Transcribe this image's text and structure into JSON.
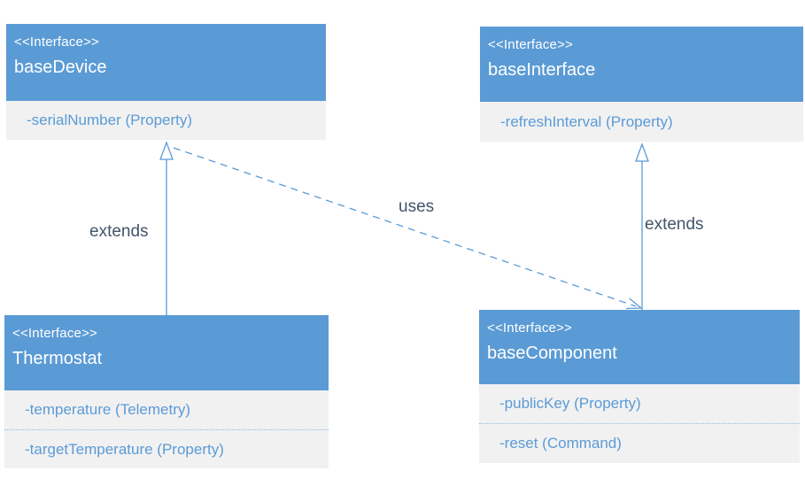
{
  "diagram": {
    "classes": [
      {
        "id": "baseDevice",
        "stereotype": "<<Interface>>",
        "name": "baseDevice",
        "members": [
          {
            "label": "-serialNumber (Property)"
          }
        ]
      },
      {
        "id": "baseInterface",
        "stereotype": "<<Interface>>",
        "name": "baseInterface",
        "members": [
          {
            "label": "-refreshInterval (Property)"
          }
        ]
      },
      {
        "id": "Thermostat",
        "stereotype": "<<Interface>>",
        "name": "Thermostat",
        "members": [
          {
            "label": "-temperature (Telemetry)"
          },
          {
            "label": "-targetTemperature (Property)"
          }
        ]
      },
      {
        "id": "baseComponent",
        "stereotype": "<<Interface>>",
        "name": "baseComponent",
        "members": [
          {
            "label": "-publicKey (Property)"
          },
          {
            "label": "-reset (Command)"
          }
        ]
      }
    ],
    "relationships": [
      {
        "type": "generalization",
        "from": "Thermostat",
        "to": "baseDevice",
        "label": "extends"
      },
      {
        "type": "generalization",
        "from": "baseComponent",
        "to": "baseInterface",
        "label": "extends"
      },
      {
        "type": "dependency",
        "from": "baseDevice",
        "to": "baseComponent",
        "label": "uses"
      }
    ],
    "colors": {
      "header_bg": "#5B9BD5",
      "header_text": "#FFFFFF",
      "member_bg": "#F1F1F2",
      "member_text": "#5B9BD5",
      "member_divider": "#8FB9E4",
      "connector": "#5B9BD5",
      "relationship_label_text": "#44546A",
      "canvas_bg": "#FFFFFF"
    }
  }
}
